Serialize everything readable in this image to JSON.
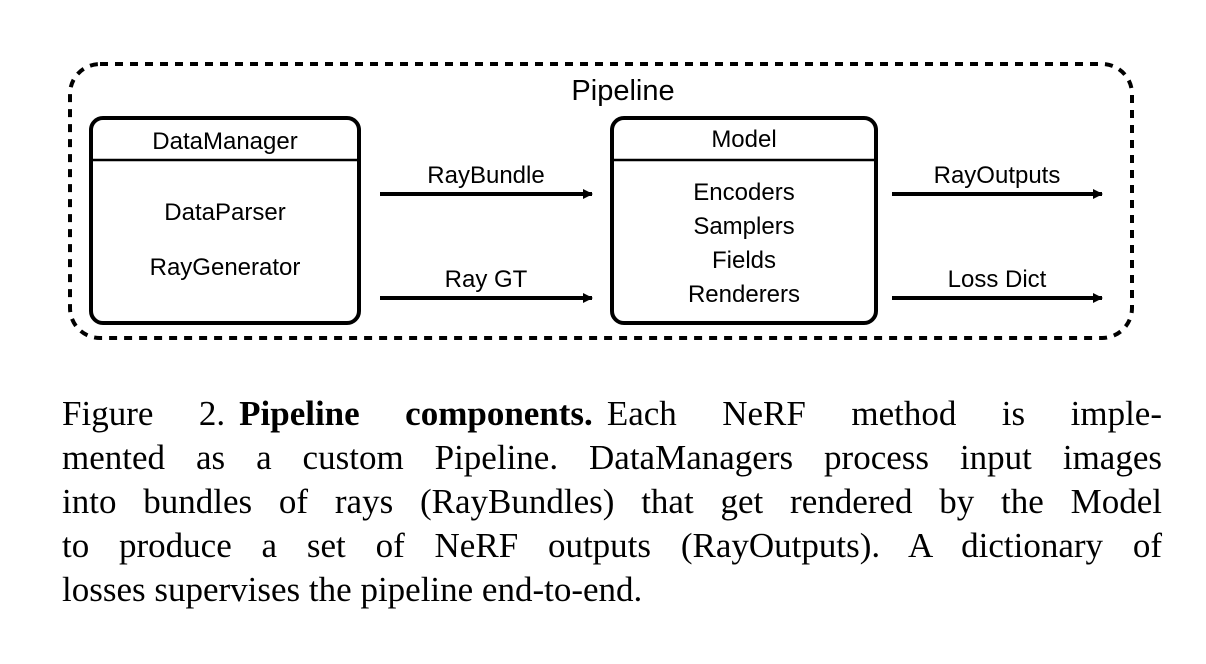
{
  "diagram": {
    "container_label": "Pipeline",
    "datamanager": {
      "title": "DataManager",
      "items": [
        "DataParser",
        "RayGenerator"
      ]
    },
    "model": {
      "title": "Model",
      "items": [
        "Encoders",
        "Samplers",
        "Fields",
        "Renderers"
      ]
    },
    "arrows": {
      "raybundle": "RayBundle",
      "ray_gt": "Ray GT",
      "rayoutputs": "RayOutputs",
      "loss_dict": "Loss Dict"
    }
  },
  "caption": {
    "figure_number": "Figure 2.",
    "title": "Pipeline components.",
    "lines": [
      "Each NeRF method is imple-",
      "mented as a custom Pipeline. DataManagers process input images",
      "into bundles of rays (RayBundles) that get rendered by the Model",
      "to produce a set of NeRF outputs (RayOutputs).  A dictionary of",
      "losses supervises the pipeline end-to-end."
    ]
  }
}
